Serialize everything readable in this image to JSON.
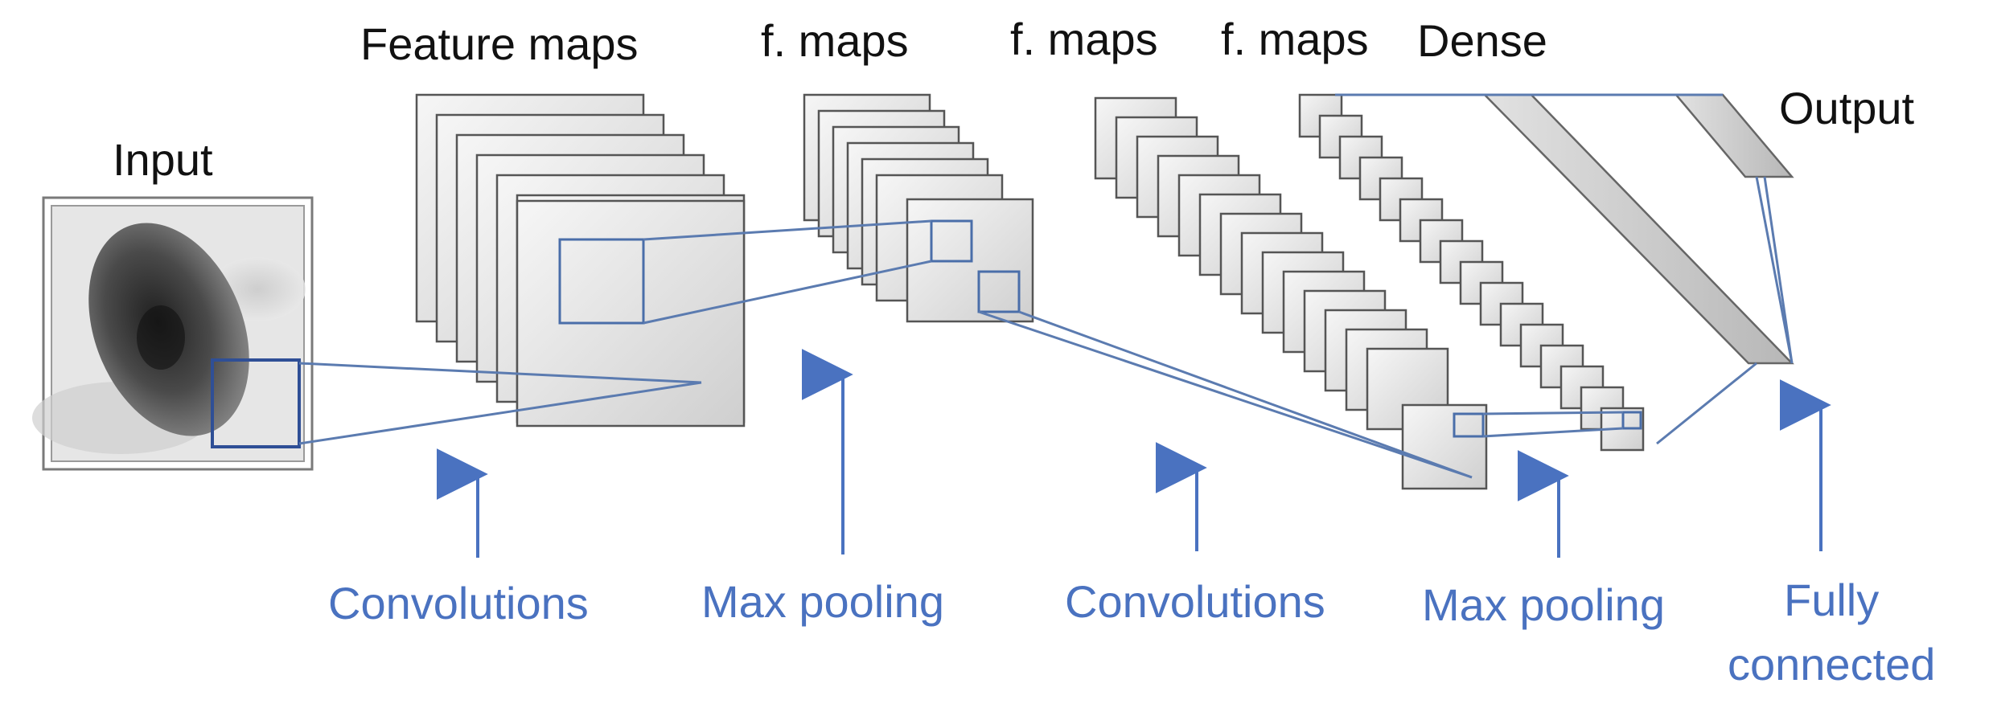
{
  "labels": {
    "input": "Input",
    "feature_maps": "Feature maps",
    "fmaps_1": "f. maps",
    "fmaps_2": "f. maps",
    "fmaps_3": "f. maps",
    "dense": "Dense",
    "output": "Output"
  },
  "operations": {
    "conv_1": "Convolutions",
    "pool_1": "Max pooling",
    "conv_2": "Convolutions",
    "pool_2": "Max pooling",
    "fc_line1": "Fully",
    "fc_line2": "connected"
  },
  "colors": {
    "accent": "#4a72c0",
    "connector": "#5b7bb0",
    "frame_edge": "#555555",
    "frame_fill_light": "#f5f5f5",
    "frame_fill_dark": "#d2d2d2"
  }
}
